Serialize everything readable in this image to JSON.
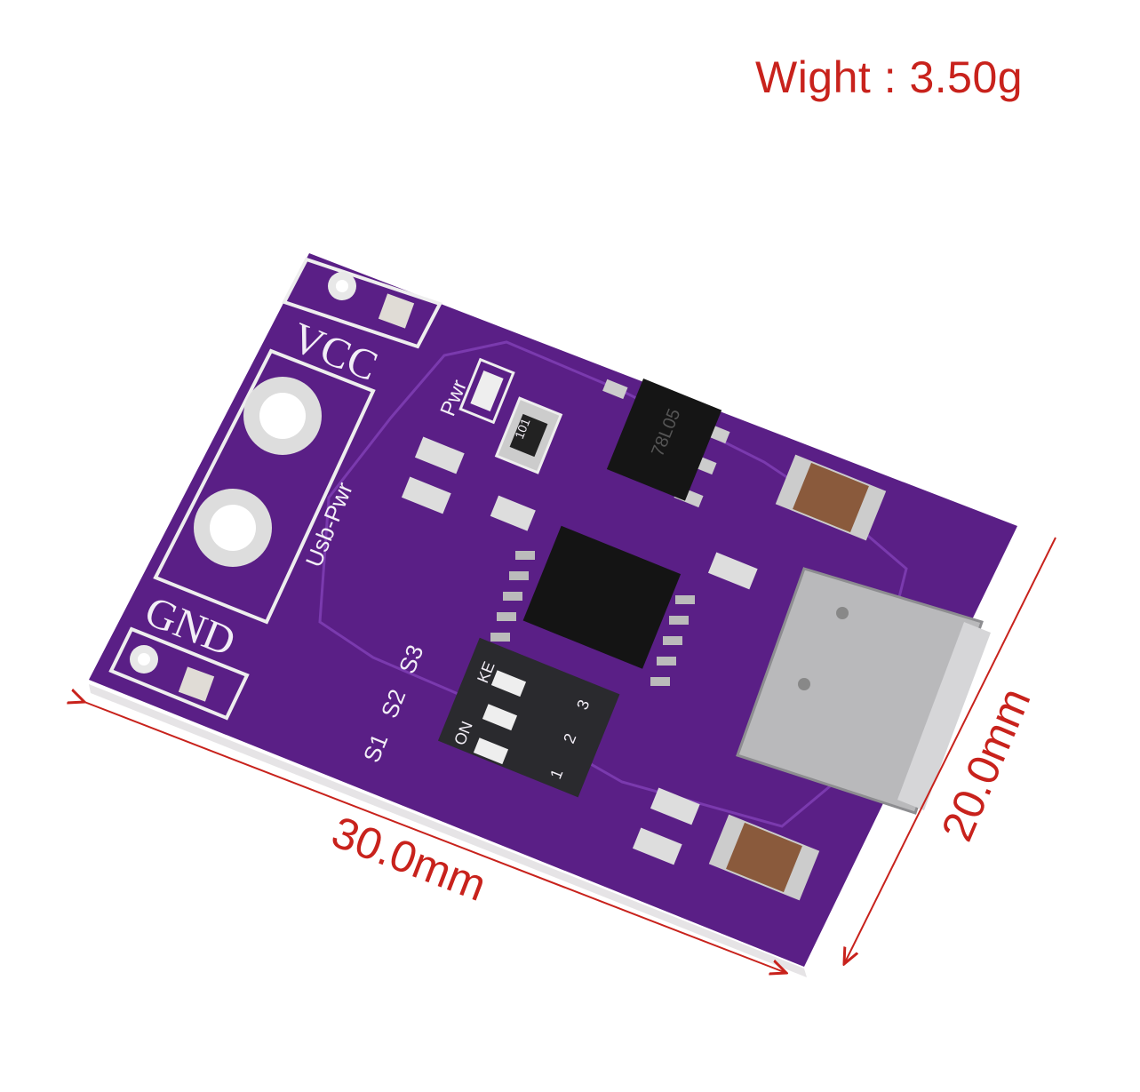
{
  "weight_label": "Wight : 3.50g",
  "dimensions": {
    "length": "30.0mm",
    "width": "20.0mm"
  },
  "board": {
    "color": "#5a1f86",
    "labels": {
      "vcc": "VCC",
      "gnd": "GND",
      "usb_pwr": "Usb-Pwr",
      "pwr": "Pwr",
      "switches": [
        "S1",
        "S2",
        "S3"
      ],
      "dip_on": "ON",
      "dip_brand": "KE",
      "dip_numbers": [
        "1",
        "2",
        "3"
      ],
      "regulator": "78L05",
      "resistor": "101"
    }
  },
  "annotation_color": "#c8221c"
}
